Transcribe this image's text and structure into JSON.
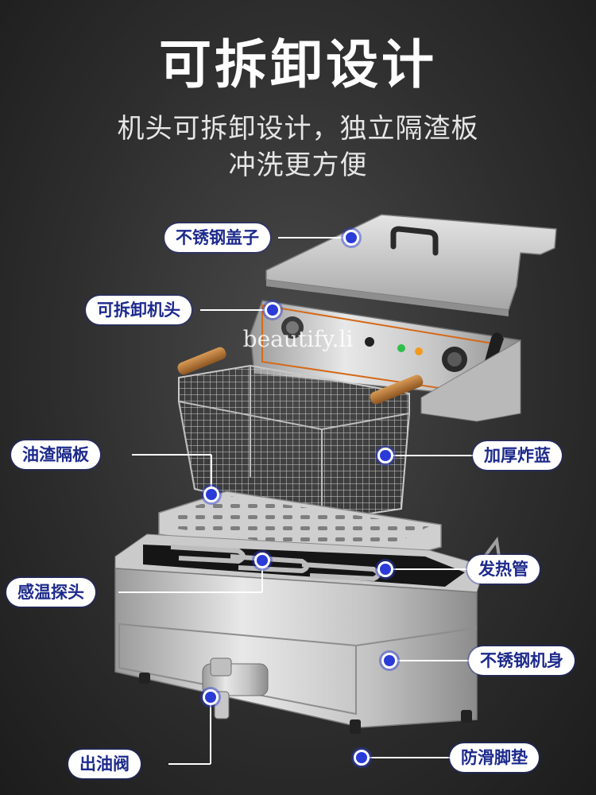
{
  "header": {
    "title": "可拆卸设计",
    "subtitle_line1": "机头可拆卸设计，独立隔渣板",
    "subtitle_line2": "冲洗更方便"
  },
  "watermark": "beautify.li",
  "callouts": {
    "lid": "不锈钢盖子",
    "head": "可拆卸机头",
    "filter_plate": "油渣隔板",
    "basket": "加厚炸蓝",
    "probe": "感温探头",
    "heating_tube": "发热管",
    "body": "不锈钢机身",
    "valve": "出油阀",
    "feet": "防滑脚垫"
  },
  "colors": {
    "accent": "#2a3bd8",
    "label_text": "#1d2a8c",
    "label_bg": "#ffffff",
    "line": "#ffffff"
  }
}
